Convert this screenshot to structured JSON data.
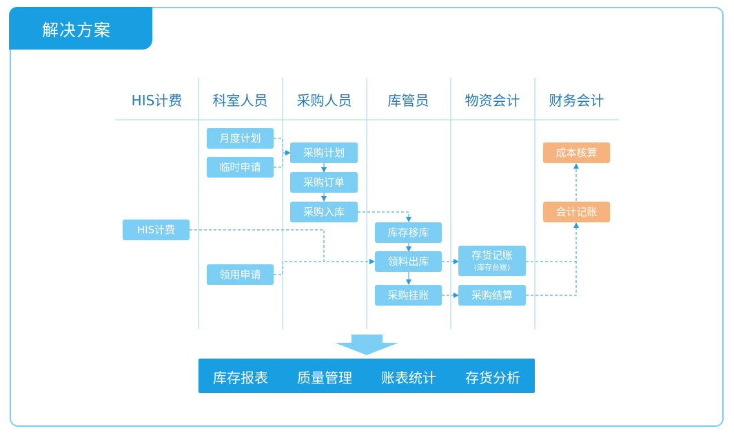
{
  "title": "解决方案",
  "columns": [
    "HIS计费",
    "科室人员",
    "采购人员",
    "库管员",
    "物资会计",
    "财务会计"
  ],
  "nodes": {
    "monthly_plan": "月度计划",
    "temp_request": "临时申请",
    "his_billing": "HIS计费",
    "use_request": "领用申请",
    "purchase_plan": "采购计划",
    "purchase_order": "采购订单",
    "purchase_in": "采购入库",
    "stock_transfer": "库存移库",
    "material_out": "领料出库",
    "purchase_credit": "采购挂账",
    "inventory_record": "存货记账",
    "inventory_record_sub": "(库存台账)",
    "purchase_settle": "采购结算",
    "cost_accounting": "成本核算",
    "accounting_record": "会计记账"
  },
  "outputs": [
    "库存报表",
    "质量管理",
    "账表统计",
    "存货分析"
  ],
  "colors": {
    "primary": "#1a9ee2",
    "node": "#7ccef4",
    "accent": "#f6b37f",
    "line": "#2a9be0"
  }
}
